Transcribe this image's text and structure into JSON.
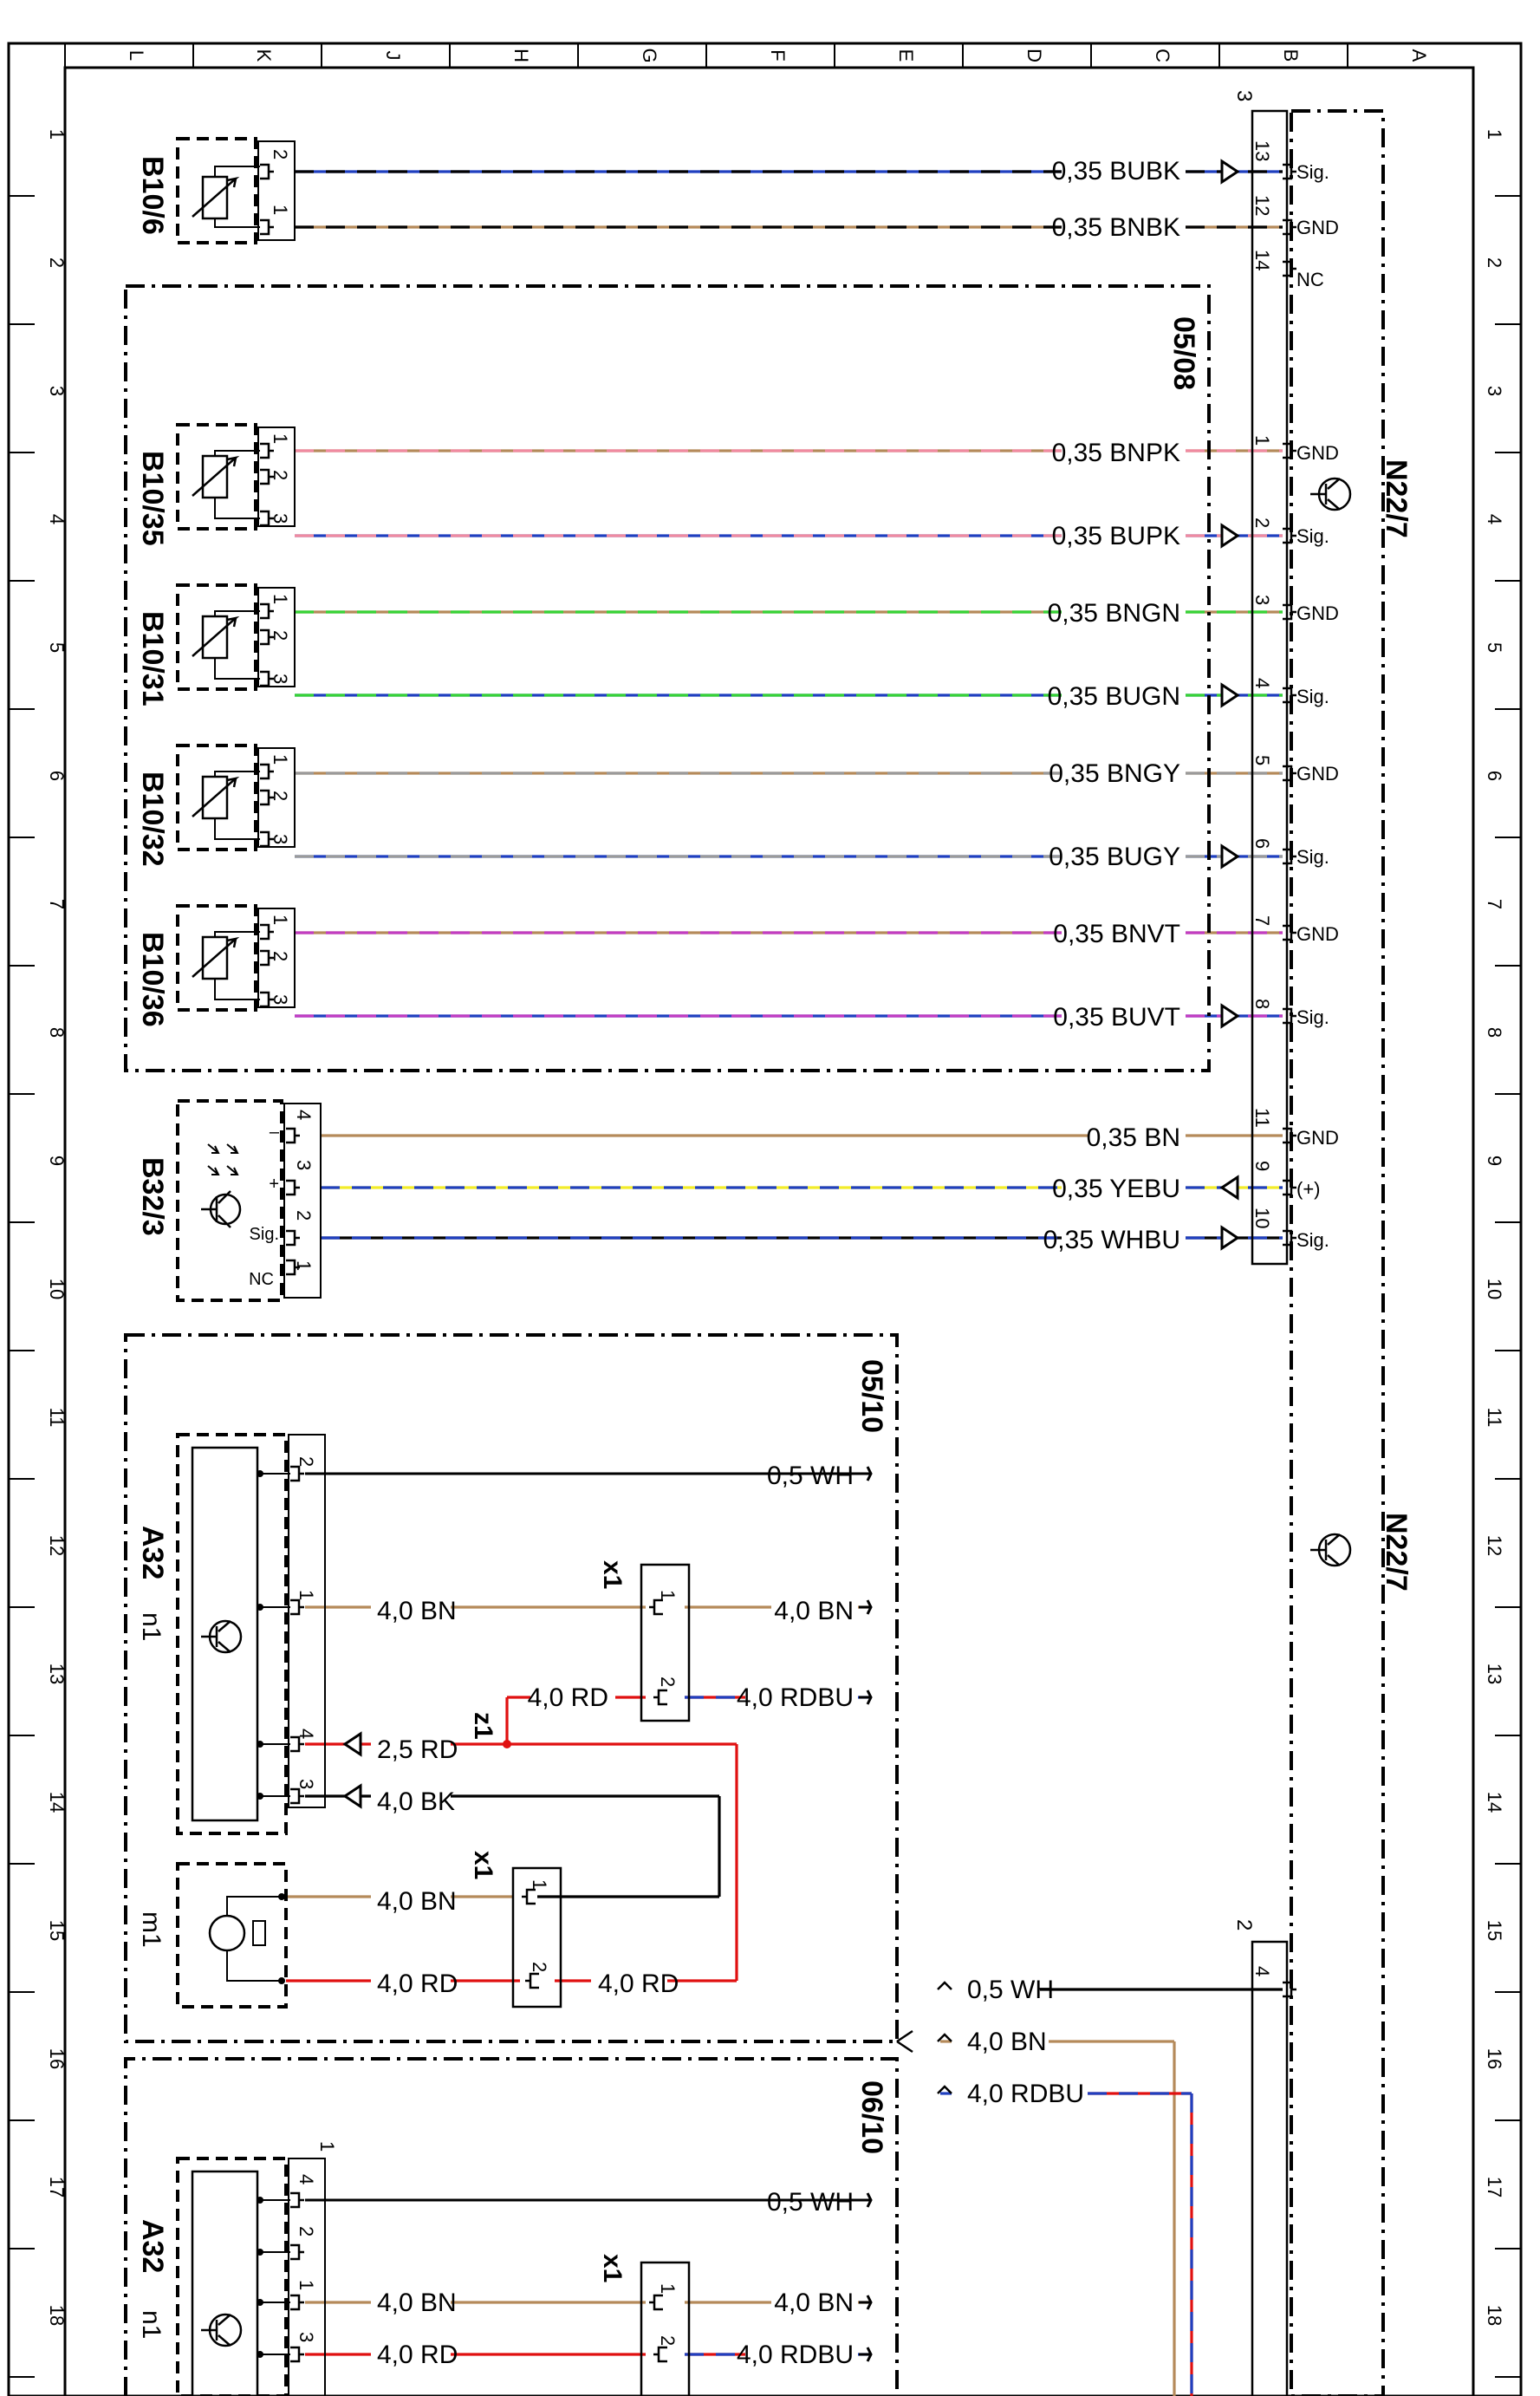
{
  "sheet": {
    "column_letters": [
      "L",
      "K",
      "J",
      "H",
      "G",
      "F",
      "E",
      "D",
      "C",
      "B",
      "A"
    ],
    "row_numbers": [
      "1",
      "2",
      "3",
      "4",
      "5",
      "6",
      "7",
      "8",
      "9",
      "10",
      "11",
      "12",
      "13",
      "14",
      "15",
      "16",
      "17",
      "18"
    ]
  },
  "components": {
    "b10_6": "B10/6",
    "b10_35": "B10/35",
    "b10_31": "B10/31",
    "b10_32": "B10/32",
    "b10_36": "B10/36",
    "b32_3": "B32/3",
    "a32_upper": "A32",
    "a32_upper_sub": "n1",
    "m1": "m1",
    "a32_lower": "A32",
    "a32_lower_sub": "n1",
    "n22_7_upper": "N22/7",
    "n22_7_lower": "N22/7"
  },
  "refs": {
    "group1": "05/08",
    "group2": "05/10",
    "group3": "06/10"
  },
  "connector_labels": {
    "x1_upper": "x1",
    "x1_lower": "x1",
    "x1_bottom": "x1",
    "z1": "z1",
    "n22_plug_top": "3",
    "n22_plug_bottom": "2"
  },
  "n22_pins": [
    {
      "pin": "13",
      "label": "Sig."
    },
    {
      "pin": "12",
      "label": "GND"
    },
    {
      "pin": "14",
      "label": "NC"
    },
    {
      "pin": "1",
      "label": "GND"
    },
    {
      "pin": "2",
      "label": "Sig."
    },
    {
      "pin": "3",
      "label": "GND"
    },
    {
      "pin": "4",
      "label": "Sig."
    },
    {
      "pin": "5",
      "label": "GND"
    },
    {
      "pin": "6",
      "label": "Sig."
    },
    {
      "pin": "7",
      "label": "GND"
    },
    {
      "pin": "8",
      "label": "Sig."
    },
    {
      "pin": "11",
      "label": "GND"
    },
    {
      "pin": "9",
      "label": "(+)"
    },
    {
      "pin": "10",
      "label": "Sig."
    },
    {
      "pin": "4",
      "label": ""
    }
  ],
  "wires": [
    {
      "label": "0,35 BUBK",
      "colors": [
        "#1f3fbf",
        "#000000"
      ]
    },
    {
      "label": "0,35 BNBK",
      "colors": [
        "#b58a5a",
        "#000000"
      ]
    },
    {
      "label": "0,35 BNPK",
      "colors": [
        "#b58a5a",
        "#f08aa0"
      ]
    },
    {
      "label": "0,35 BUPK",
      "colors": [
        "#1f3fbf",
        "#f08aa0"
      ]
    },
    {
      "label": "0,35 BNGN",
      "colors": [
        "#b58a5a",
        "#36d336"
      ]
    },
    {
      "label": "0,35 BUGN",
      "colors": [
        "#1f3fbf",
        "#36d336"
      ]
    },
    {
      "label": "0,35 BNGY",
      "colors": [
        "#b58a5a",
        "#9a9a9a"
      ]
    },
    {
      "label": "0,35 BUGY",
      "colors": [
        "#1f3fbf",
        "#9a9a9a"
      ]
    },
    {
      "label": "0,35 BNVT",
      "colors": [
        "#b58a5a",
        "#c23cc2"
      ]
    },
    {
      "label": "0,35 BUVT",
      "colors": [
        "#1f3fbf",
        "#c23cc2"
      ]
    },
    {
      "label": "0,35 BN",
      "colors": [
        "#b58a5a"
      ]
    },
    {
      "label": "0,35 YEBU",
      "colors": [
        "#f2ec2a",
        "#1f3fbf"
      ]
    },
    {
      "label": "0,35 WHBU",
      "colors": [
        "#000000",
        "#1f3fbf"
      ]
    }
  ],
  "sensor_pins": {
    "b10_6": [
      "2",
      "1"
    ],
    "ntc": [
      "1",
      "2",
      "3"
    ],
    "b32_3": [
      "4",
      "3",
      "2",
      "1"
    ],
    "b32_3_side": [
      "–",
      "+",
      "Sig.",
      "NC"
    ]
  },
  "a32_upper_wires": {
    "pins": [
      "2",
      "1",
      "4",
      "3"
    ],
    "w_top": "0,5 WH",
    "w_bn_left": "4,0 BN",
    "w_bn_right": "4,0 BN",
    "w_rd_x1": "4,0 RD",
    "w_rdbu": "4,0 RDBU",
    "w_rd_25": "2,5 RD",
    "w_bk": "4,0 BK",
    "m1_bn": "4,0 BN",
    "m1_rd": "4,0 RD",
    "m1_rd_right": "4,0 RD",
    "x1_pins": [
      "1",
      "2"
    ],
    "x1b_pins": [
      "1",
      "2"
    ]
  },
  "bus_wires": {
    "wh": "0,5 WH",
    "bn": "4,0 BN",
    "rdbu": "4,0 RDBU"
  },
  "a32_lower_wires": {
    "pins": [
      "4",
      "2",
      "1",
      "3"
    ],
    "plug_num": "1",
    "w_top": "0,5 WH",
    "w_bn_left": "4,0 BN",
    "w_bn_right": "4,0 BN",
    "w_rd_left": "4,0 RD",
    "w_rdbu": "4,0 RDBU",
    "x1_pins": [
      "1",
      "2"
    ]
  },
  "colors": {
    "BU": "#1f3fbf",
    "BN": "#b58a5a",
    "BK": "#000000",
    "PK": "#f08aa0",
    "GN": "#36d336",
    "GY": "#9a9a9a",
    "VT": "#c23cc2",
    "YE": "#f2ec2a",
    "RD": "#e01010"
  }
}
